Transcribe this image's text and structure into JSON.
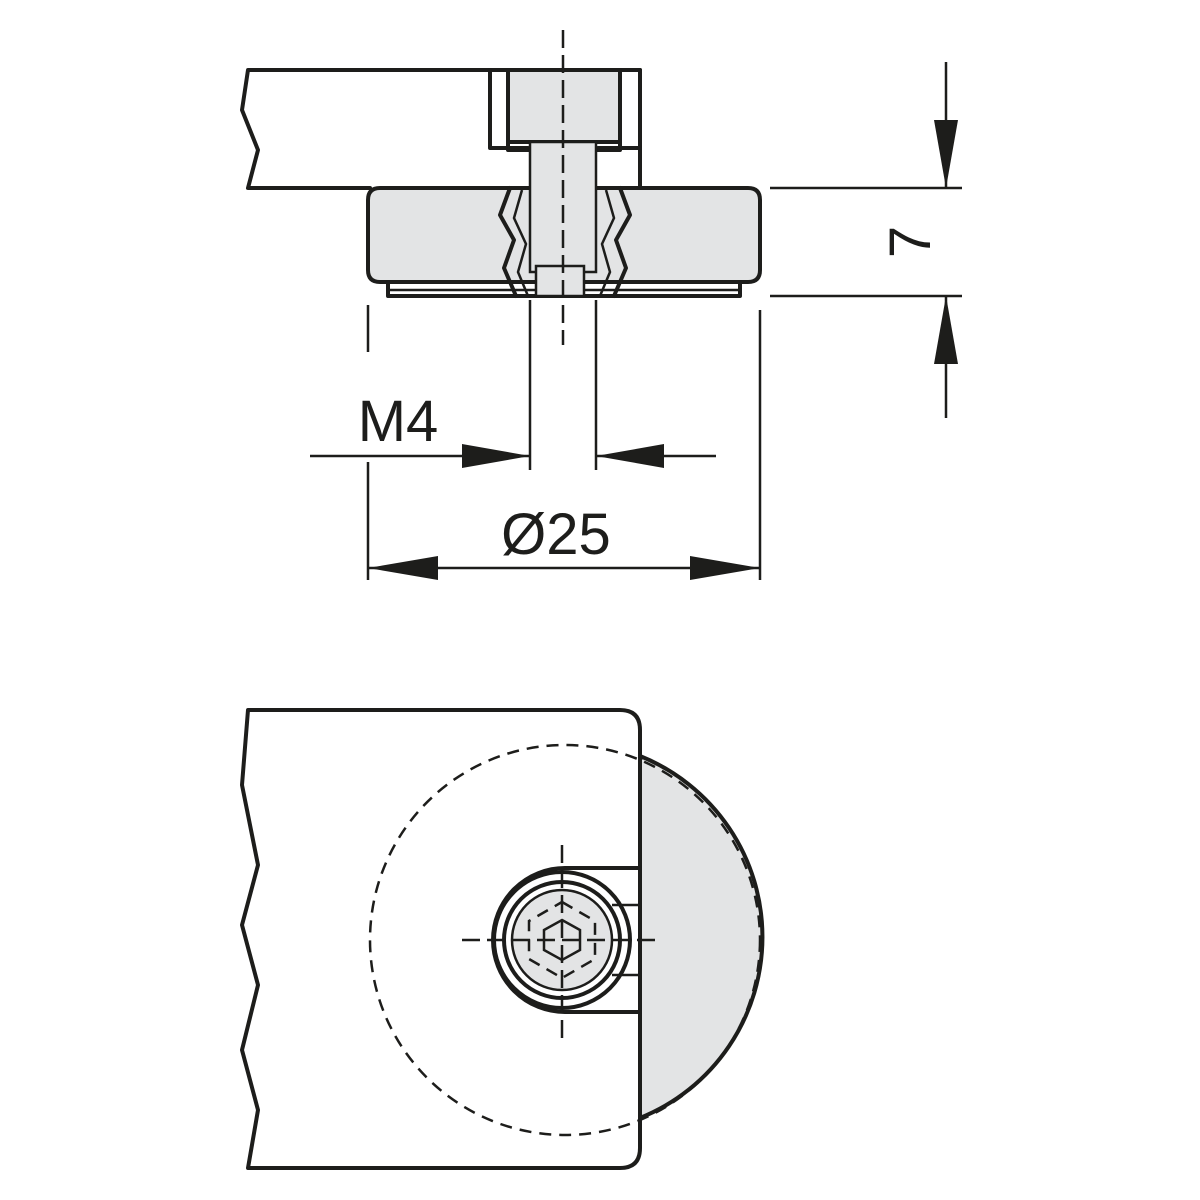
{
  "drawing": {
    "dimensions": {
      "height": "7",
      "thread": "M4",
      "diameter": "Ø25"
    },
    "colors": {
      "line": "#1d1d1b",
      "part_fill": "#e3e4e5",
      "background": "#ffffff"
    }
  }
}
